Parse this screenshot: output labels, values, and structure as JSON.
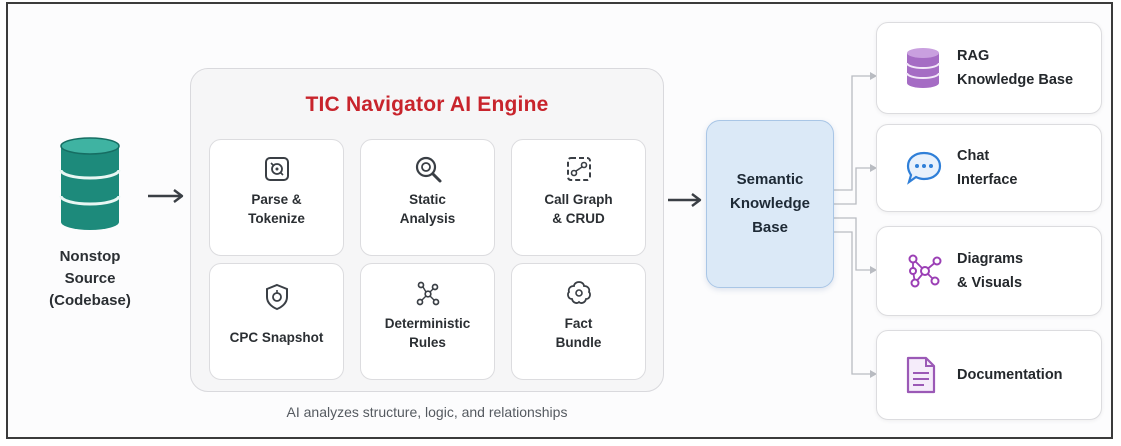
{
  "source": {
    "lines": [
      "Nonstop",
      "Source",
      "(Codebase)"
    ],
    "icon": "database-icon",
    "color": "#1f8f80"
  },
  "engine": {
    "title": "TIC Navigator AI Engine",
    "title_color": "#c8242c",
    "tiles": [
      {
        "lines": [
          "Parse &",
          "Tokenize"
        ],
        "icon": "parse-icon"
      },
      {
        "lines": [
          "Static",
          "Analysis"
        ],
        "icon": "magnifier-icon"
      },
      {
        "lines": [
          "Call Graph",
          "& CRUD"
        ],
        "icon": "call-graph-icon"
      },
      {
        "lines": [
          "CPC Snapshot"
        ],
        "icon": "snapshot-icon"
      },
      {
        "lines": [
          "Deterministic",
          "Rules"
        ],
        "icon": "rules-icon"
      },
      {
        "lines": [
          "Fact",
          "Bundle"
        ],
        "icon": "bundle-icon"
      }
    ],
    "caption": "AI analyzes structure, logic, and relationships"
  },
  "semantic": {
    "lines": [
      "Semantic",
      "Knowledge",
      "Base"
    ],
    "fill": "#dbe9f7"
  },
  "outputs": [
    {
      "lines": [
        "RAG",
        "Knowledge Base"
      ],
      "icon": "database-icon",
      "color": "#9b59b6"
    },
    {
      "lines": [
        "Chat",
        "Interface"
      ],
      "icon": "chat-bubble-icon",
      "color": "#2f7fd8"
    },
    {
      "lines": [
        "Diagrams",
        "& Visuals"
      ],
      "icon": "network-icon",
      "color": "#9b3fb5"
    },
    {
      "lines": [
        "Documentation"
      ],
      "icon": "document-icon",
      "color": "#9b59b6"
    }
  ]
}
